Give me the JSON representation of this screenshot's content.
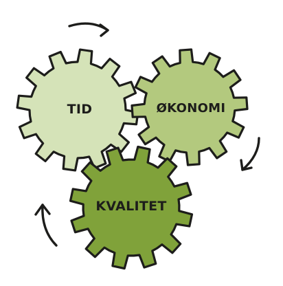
{
  "gears": [
    {
      "id": "tid",
      "label": "TID",
      "fill": "#d5e3b8"
    },
    {
      "id": "okonomi",
      "label": "ØKONOMI",
      "fill": "#b3c97e"
    },
    {
      "id": "kvalitet",
      "label": "KVALITET",
      "fill": "#80a23a"
    }
  ],
  "colors": {
    "outline": "#1d1d1b",
    "background": "#ffffff"
  },
  "icons": {
    "cycle_arrows": [
      "curved-arrow-icon",
      "curved-arrow-icon",
      "curved-arrow-icon"
    ]
  }
}
